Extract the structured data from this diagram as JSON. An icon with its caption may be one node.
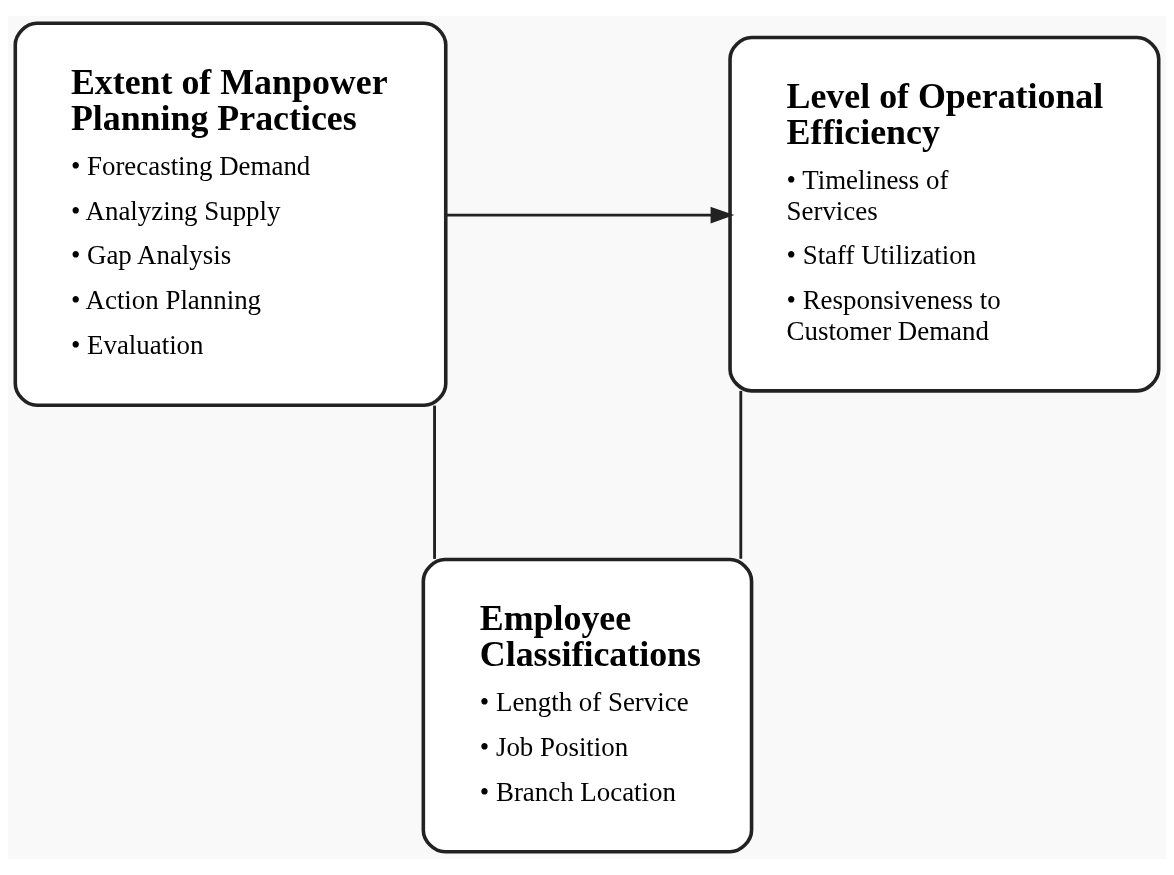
{
  "diagram": {
    "nodes": [
      {
        "text": [
          "Extent of Manpower Planning Practices",
          "• Forecasting Demand",
          "• Analyzing Supply",
          "• Gap Analysis",
          "• Action Planning",
          "• Evaluation"
        ]
      },
      {
        "text": [
          "Level of Operational Efficiency",
          "• Timeliness of Services",
          "• Staff Utilization",
          "• Responsiveness to Customer Demand"
        ]
      },
      {
        "text": [
          "Employee Classifications",
          "• Length of Service",
          "• Job Position",
          "• Branch Location"
        ]
      }
    ],
    "edges": [
      {
        "from": 0,
        "to": 1,
        "arrow": "to"
      },
      {
        "from": 0,
        "to": 2,
        "arrow": "none"
      },
      {
        "from": 1,
        "to": 2,
        "arrow": "none"
      }
    ]
  }
}
